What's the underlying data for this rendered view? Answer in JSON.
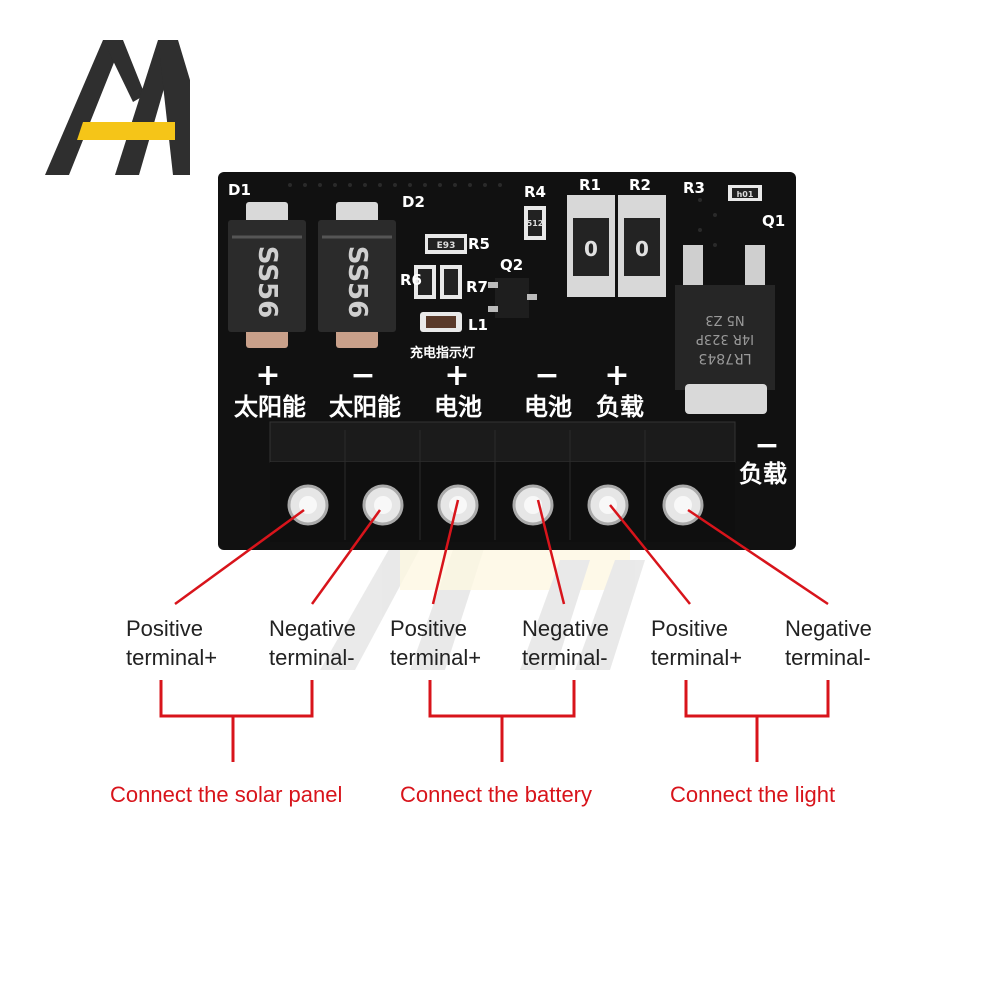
{
  "brand_logo": {
    "icon": "aa-logo-icon",
    "colors": {
      "dark": "#2f2f2f",
      "accent": "#f5c518"
    }
  },
  "board": {
    "colors": {
      "pcb": "#111111",
      "silkscreen": "#ffffff",
      "terminal_block": "#0f0f0f",
      "lead_line": "#d8141b"
    },
    "component_labels": {
      "d1": "D1",
      "d2": "D2",
      "r1": "R1",
      "r2": "R2",
      "r3": "R3",
      "r4": "R4",
      "r5": "R5",
      "r7": "R7",
      "r6": "R6",
      "q1": "Q1",
      "q2": "Q2",
      "l1": "L1"
    },
    "diode1_marking": "SS56",
    "diode2_marking": "SS56",
    "resistor1_marking": "0",
    "resistor2_marking": "0",
    "r5_marking": "E93",
    "r4_marking": "512",
    "r3_marking": "h01",
    "regulator_marking_line1": "LR7843",
    "regulator_marking_line2": "I4R 323P",
    "regulator_marking_line3": "N5    Z3",
    "indicator_label": "充电指示灯",
    "terminal_signs": {
      "solar_plus": "+",
      "solar_minus": "−",
      "battery_plus": "+",
      "battery_minus": "−",
      "load_plus": "+",
      "load_minus": "−"
    },
    "terminal_names": {
      "solar_plus": "太阳能",
      "solar_minus": "太阳能",
      "battery_plus": "电池",
      "battery_minus": "电池",
      "load_plus": "负载",
      "load_minus": "负载"
    }
  },
  "terminals": [
    {
      "line1": "Positive",
      "line2": "terminal+"
    },
    {
      "line1": "Negative",
      "line2": "terminal-"
    },
    {
      "line1": "Positive",
      "line2": "terminal+"
    },
    {
      "line1": "Negative",
      "line2": "terminal-"
    },
    {
      "line1": "Positive",
      "line2": "terminal+"
    },
    {
      "line1": "Negative",
      "line2": "terminal-"
    }
  ],
  "groups": [
    {
      "caption": "Connect the solar panel"
    },
    {
      "caption": "Connect the battery"
    },
    {
      "caption": "Connect the light"
    }
  ]
}
